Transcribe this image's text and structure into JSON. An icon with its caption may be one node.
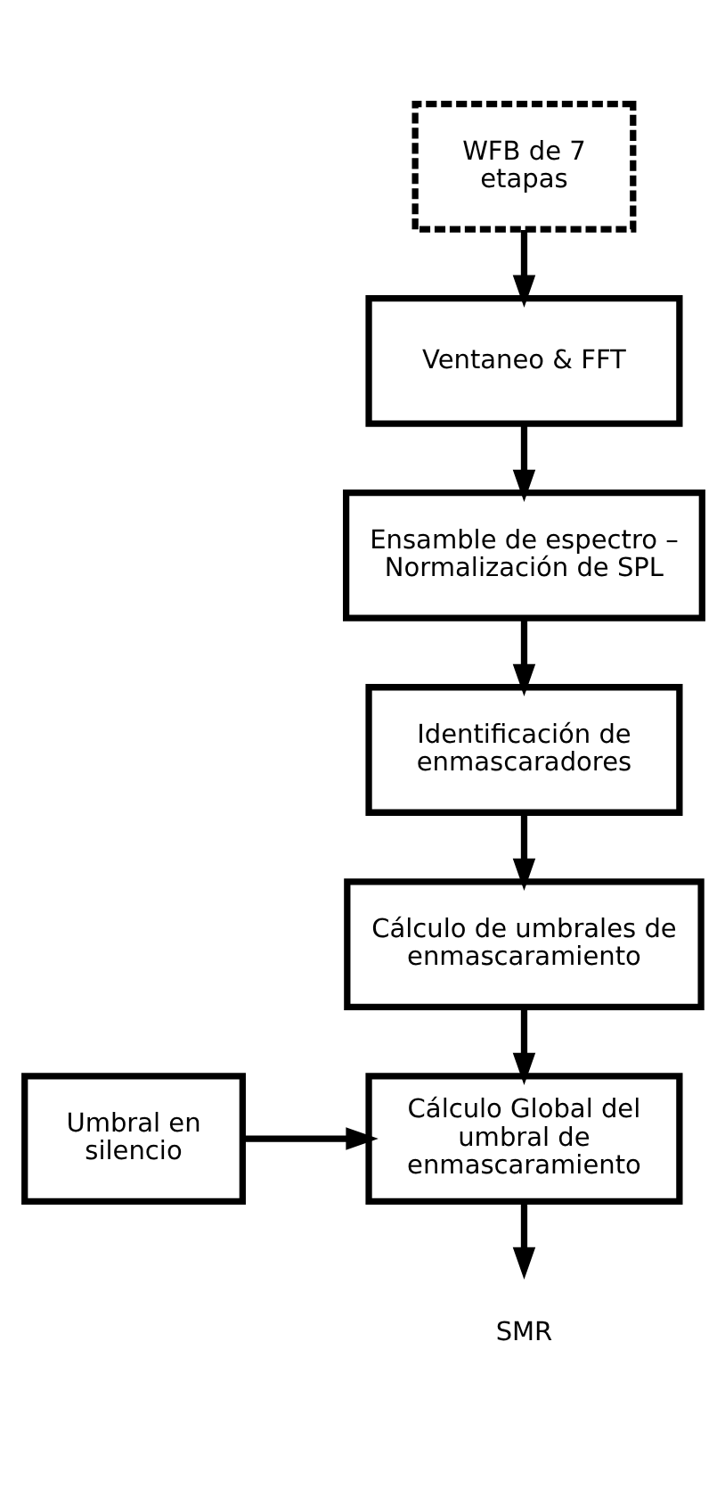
{
  "diagram": {
    "nodes": [
      {
        "text": [
          "WFB de 7 etapas"
        ]
      },
      {
        "text": [
          "Ventaneo & FFT"
        ]
      },
      {
        "text": [
          "Ensamble de espectro – Normalización de SPL"
        ]
      },
      {
        "text": [
          "Identificación de enmascaradores"
        ]
      },
      {
        "text": [
          "Cálculo de umbrales de enmascaramiento"
        ]
      },
      {
        "text": [
          "Cálculo Global del umbral de enmascaramiento"
        ]
      },
      {
        "text": [
          "Umbral en silencio"
        ]
      },
      {
        "text": [
          "SMR"
        ]
      }
    ],
    "edges": [
      {
        "from": 0,
        "to": 1,
        "arrow": "to"
      },
      {
        "from": 1,
        "to": 2,
        "arrow": "to"
      },
      {
        "from": 2,
        "to": 3,
        "arrow": "to"
      },
      {
        "from": 3,
        "to": 4,
        "arrow": "to"
      },
      {
        "from": 4,
        "to": 5,
        "arrow": "to"
      },
      {
        "from": 6,
        "to": 5,
        "arrow": "to"
      },
      {
        "from": 5,
        "to": 7,
        "arrow": "to"
      }
    ]
  }
}
